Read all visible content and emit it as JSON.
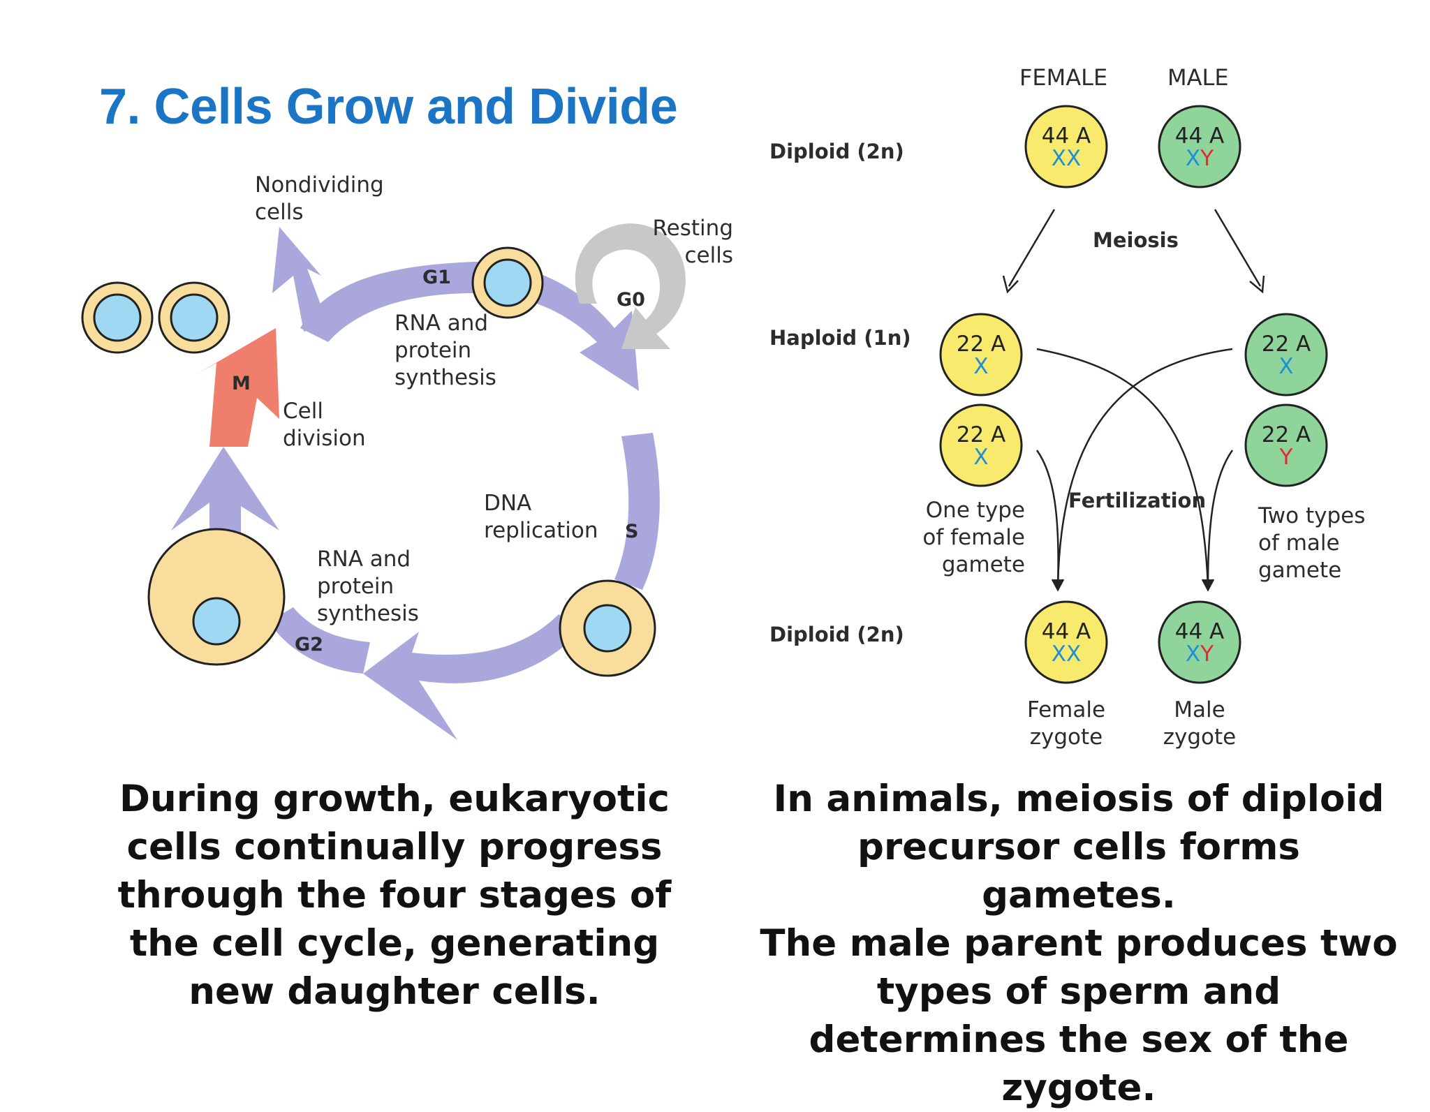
{
  "title": "7.  Cells Grow and Divide",
  "cell_cycle": {
    "nondividing": [
      "Nondividing",
      "cells"
    ],
    "resting": [
      "Resting",
      "cells"
    ],
    "g0": "G0",
    "g1": "G1",
    "g2": "G2",
    "s": "S",
    "m": "M",
    "rna1": [
      "RNA and",
      "protein",
      "synthesis"
    ],
    "rna2": [
      "RNA and",
      "protein",
      "synthesis"
    ],
    "dna": [
      "DNA",
      "replication"
    ],
    "division": [
      "Cell",
      "division"
    ],
    "colors": {
      "arrow": "#a9a7dc",
      "m_arrow": "#f07e6c",
      "cell": "#f9dd9c",
      "nucleus": "#9fd8f2"
    }
  },
  "meiosis": {
    "female": "FEMALE",
    "male": "MALE",
    "diploid_top": "Diploid (2n)",
    "haploid": "Haploid (1n)",
    "diploid_bottom": "Diploid (2n)",
    "meiosis_label": "Meiosis",
    "fertilization_label": "Fertilization",
    "female_gamete": [
      "One type",
      "of female",
      "gamete"
    ],
    "male_gamete": [
      "Two types",
      "of male",
      "gamete"
    ],
    "female_zygote": [
      "Female",
      "zygote"
    ],
    "male_zygote": [
      "Male",
      "zygote"
    ],
    "cells": {
      "female_parent": {
        "a": "44 A",
        "sex": [
          "X",
          "X"
        ]
      },
      "male_parent": {
        "a": "44 A",
        "sex": [
          "X",
          "Y"
        ]
      },
      "female_gamete1": {
        "a": "22 A",
        "sex": [
          "X"
        ]
      },
      "female_gamete2": {
        "a": "22 A",
        "sex": [
          "X"
        ]
      },
      "male_gamete1": {
        "a": "22 A",
        "sex": [
          "X"
        ]
      },
      "male_gamete2": {
        "a": "22 A",
        "sex": [
          "Y"
        ]
      },
      "female_zygote": {
        "a": "44 A",
        "sex": [
          "X",
          "X"
        ]
      },
      "male_zygote": {
        "a": "44 A",
        "sex": [
          "X",
          "Y"
        ]
      }
    },
    "colors": {
      "female": "#f7ea6c",
      "male": "#8fd49a",
      "x": "#1f8fd6",
      "y": "#e8263a"
    }
  },
  "captions": {
    "left": [
      "During growth, eukaryotic",
      "cells continually progress",
      "through the four stages of",
      "the cell cycle, generating",
      "new daughter cells."
    ],
    "right": [
      "In animals, meiosis of diploid",
      "precursor cells forms gametes.",
      "The male parent produces two",
      "types of sperm and",
      "determines the sex of the",
      "zygote."
    ]
  }
}
